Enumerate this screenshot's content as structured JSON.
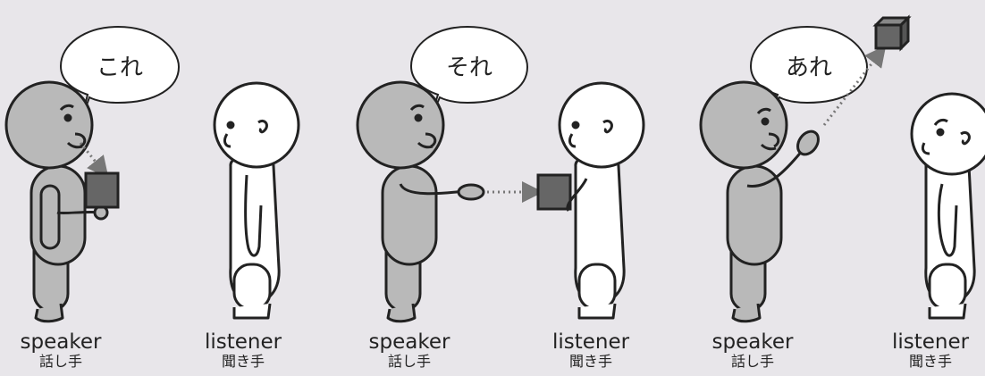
{
  "panels": [
    {
      "speech": "これ",
      "speaker": {
        "role": "speaker",
        "jp": "話し手"
      },
      "listener": {
        "role": "listener",
        "jp": "聞き手"
      }
    },
    {
      "speech": "それ",
      "speaker": {
        "role": "speaker",
        "jp": "話し手"
      },
      "listener": {
        "role": "listener",
        "jp": "聞き手"
      }
    },
    {
      "speech": "あれ",
      "speaker": {
        "role": "speaker",
        "jp": "話し手"
      },
      "listener": {
        "role": "listener",
        "jp": "聞き手"
      }
    }
  ],
  "colors": {
    "background": "#e8e6ea",
    "speaker_fill": "#b9b9b9",
    "listener_fill": "#ffffff",
    "outline": "#222222",
    "box_fill": "#666666",
    "pointer_line": "#777777"
  }
}
